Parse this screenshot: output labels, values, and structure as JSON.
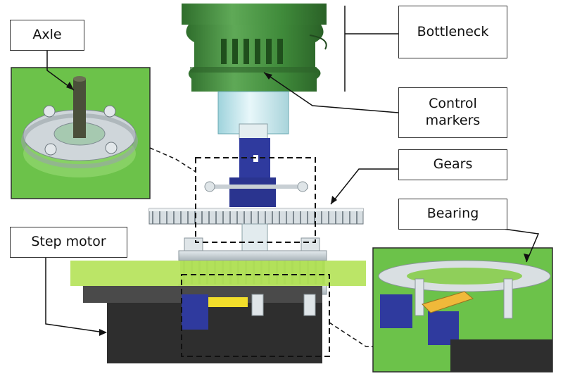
{
  "labels": {
    "axle": "Axle",
    "bottleneck": "Bottleneck",
    "control_markers": "Control\nmarkers",
    "gears": "Gears",
    "bearing": "Bearing",
    "step_motor": "Step motor"
  },
  "colors": {
    "green_platform": "#b5e35a",
    "bottleneck_green": "#3f8a3a",
    "motor_block": "#2e2e2e",
    "bracket_blue": "#2f3a9e",
    "gear_gray": "#c9d1d6",
    "inset_background": "#6cc24a"
  }
}
